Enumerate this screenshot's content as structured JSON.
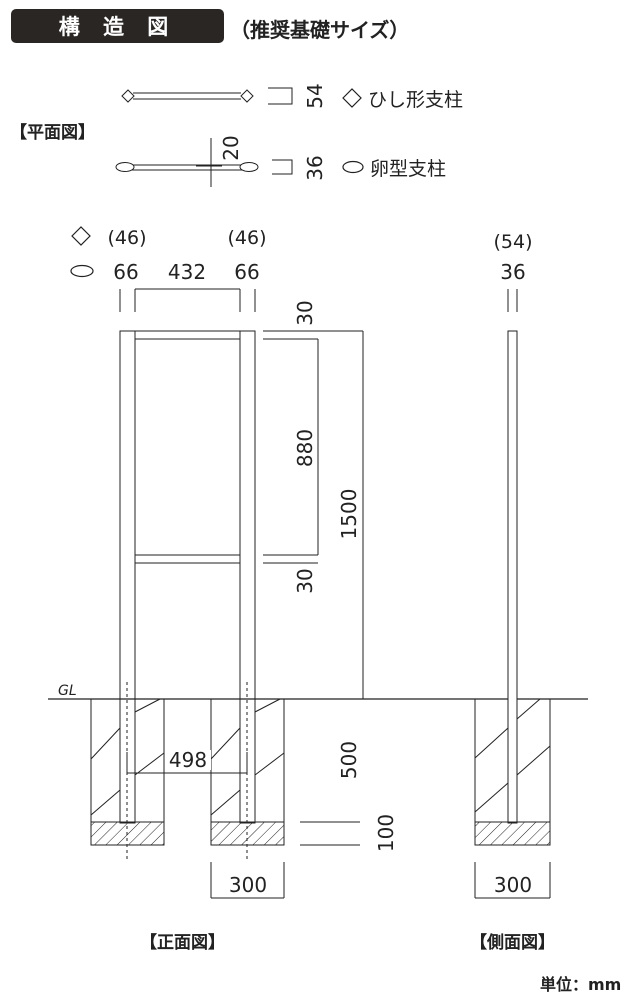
{
  "header": {
    "title": "構 造 図",
    "subtitle": "（推奨基礎サイズ）"
  },
  "plan": {
    "label": "【平面図】",
    "diamond_post": {
      "legend": "ひし形支柱",
      "size": "54"
    },
    "oval_post": {
      "legend": "卵型支柱",
      "size": "36"
    },
    "thickness": "20"
  },
  "front": {
    "label": "【正面図】",
    "diamond_widths": [
      "(46)",
      "(46)"
    ],
    "oval_widths": [
      "66",
      "432",
      "66"
    ],
    "dims": {
      "top_rail": "30",
      "panel": "880",
      "bottom_rail": "30",
      "total_height": "1500",
      "embed_depth": "500",
      "base_depth": "100",
      "post_spacing": "498",
      "footing_width": "300"
    },
    "ground_label": "GL"
  },
  "side": {
    "label": "【側面図】",
    "diamond_width": "(54)",
    "oval_width": "36",
    "footing_width": "300"
  },
  "unit": "単位：mm",
  "colors": {
    "line": "#222222",
    "title_bg": "#2a2624"
  }
}
